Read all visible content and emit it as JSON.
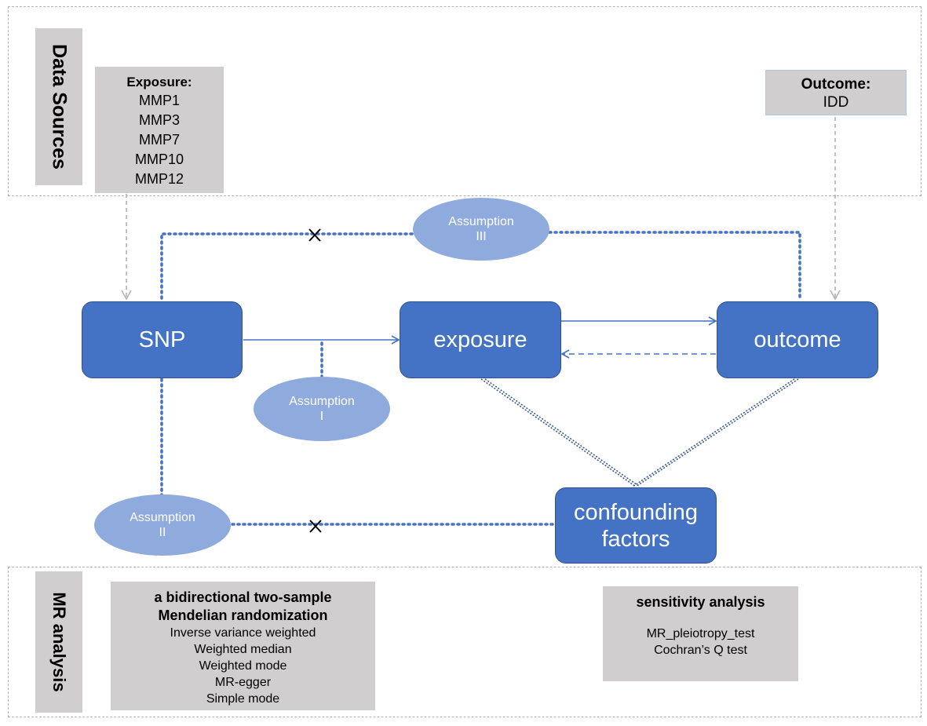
{
  "sections": {
    "data_sources_label": "Data Sources",
    "mr_analysis_label": "MR analysis"
  },
  "exposure_box": {
    "title": "Exposure:",
    "items": [
      "MMP1",
      "MMP3",
      "MMP7",
      "MMP10",
      "MMP12"
    ]
  },
  "outcome_box": {
    "title": "Outcome:",
    "value": "IDD"
  },
  "nodes": {
    "snp": "SNP",
    "exposure": "exposure",
    "outcome": "outcome",
    "confounding": "confounding factors"
  },
  "assumptions": {
    "one": {
      "line1": "Assumption",
      "line2": "I"
    },
    "two": {
      "line1": "Assumption",
      "line2": "II"
    },
    "three": {
      "line1": "Assumption",
      "line2": "III"
    }
  },
  "mr_box": {
    "title_line1": "a bidirectional two-sample",
    "title_line2": "Mendelian randomization",
    "methods": [
      "Inverse variance weighted",
      "Weighted median",
      "Weighted mode",
      "MR-egger",
      "Simple mode"
    ]
  },
  "sensitivity_box": {
    "title": "sensitivity analysis",
    "tests": [
      "MR_pleiotropy_test",
      "Cochran’s Q test"
    ]
  },
  "colors": {
    "node_fill": "#4472c4",
    "ellipse_fill": "#8faadc",
    "grey_box": "#d0cece",
    "arrow": "#4472c4",
    "dashed_border": "#b4b4b4"
  }
}
